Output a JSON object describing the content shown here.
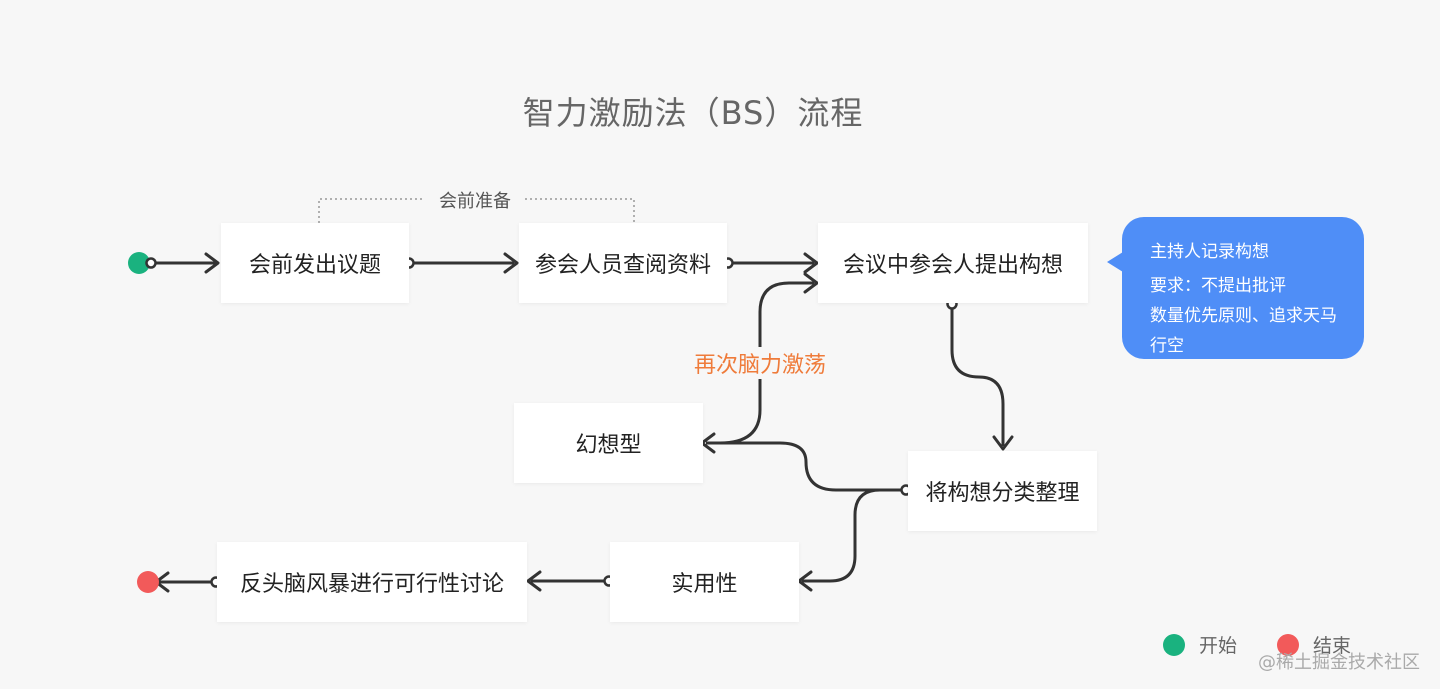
{
  "title": "智力激励法（BS）流程",
  "colors": {
    "start": "#1ab27f",
    "end": "#f25a5a",
    "accent": "#ef7b3a",
    "bubble": "#4f8ef7",
    "line": "#333333"
  },
  "nodes": {
    "issue_topic": "会前发出议题",
    "review_materials": "参会人员查阅资料",
    "propose_ideas": "会议中参会人提出构想",
    "classify_ideas": "将构想分类整理",
    "fantasy_type": "幻想型",
    "practical_type": "实用性",
    "reverse_brainstorm": "反头脑风暴进行可行性讨论"
  },
  "group_label": "会前准备",
  "loop_label": "再次脑力激荡",
  "note": {
    "title": "主持人记录构想",
    "requirement": "要求：不提出批评",
    "detail": "数量优先原则、追求天马行空"
  },
  "legend": {
    "start": "开始",
    "end": "结束"
  },
  "watermark": "@稀土掘金技术社区"
}
